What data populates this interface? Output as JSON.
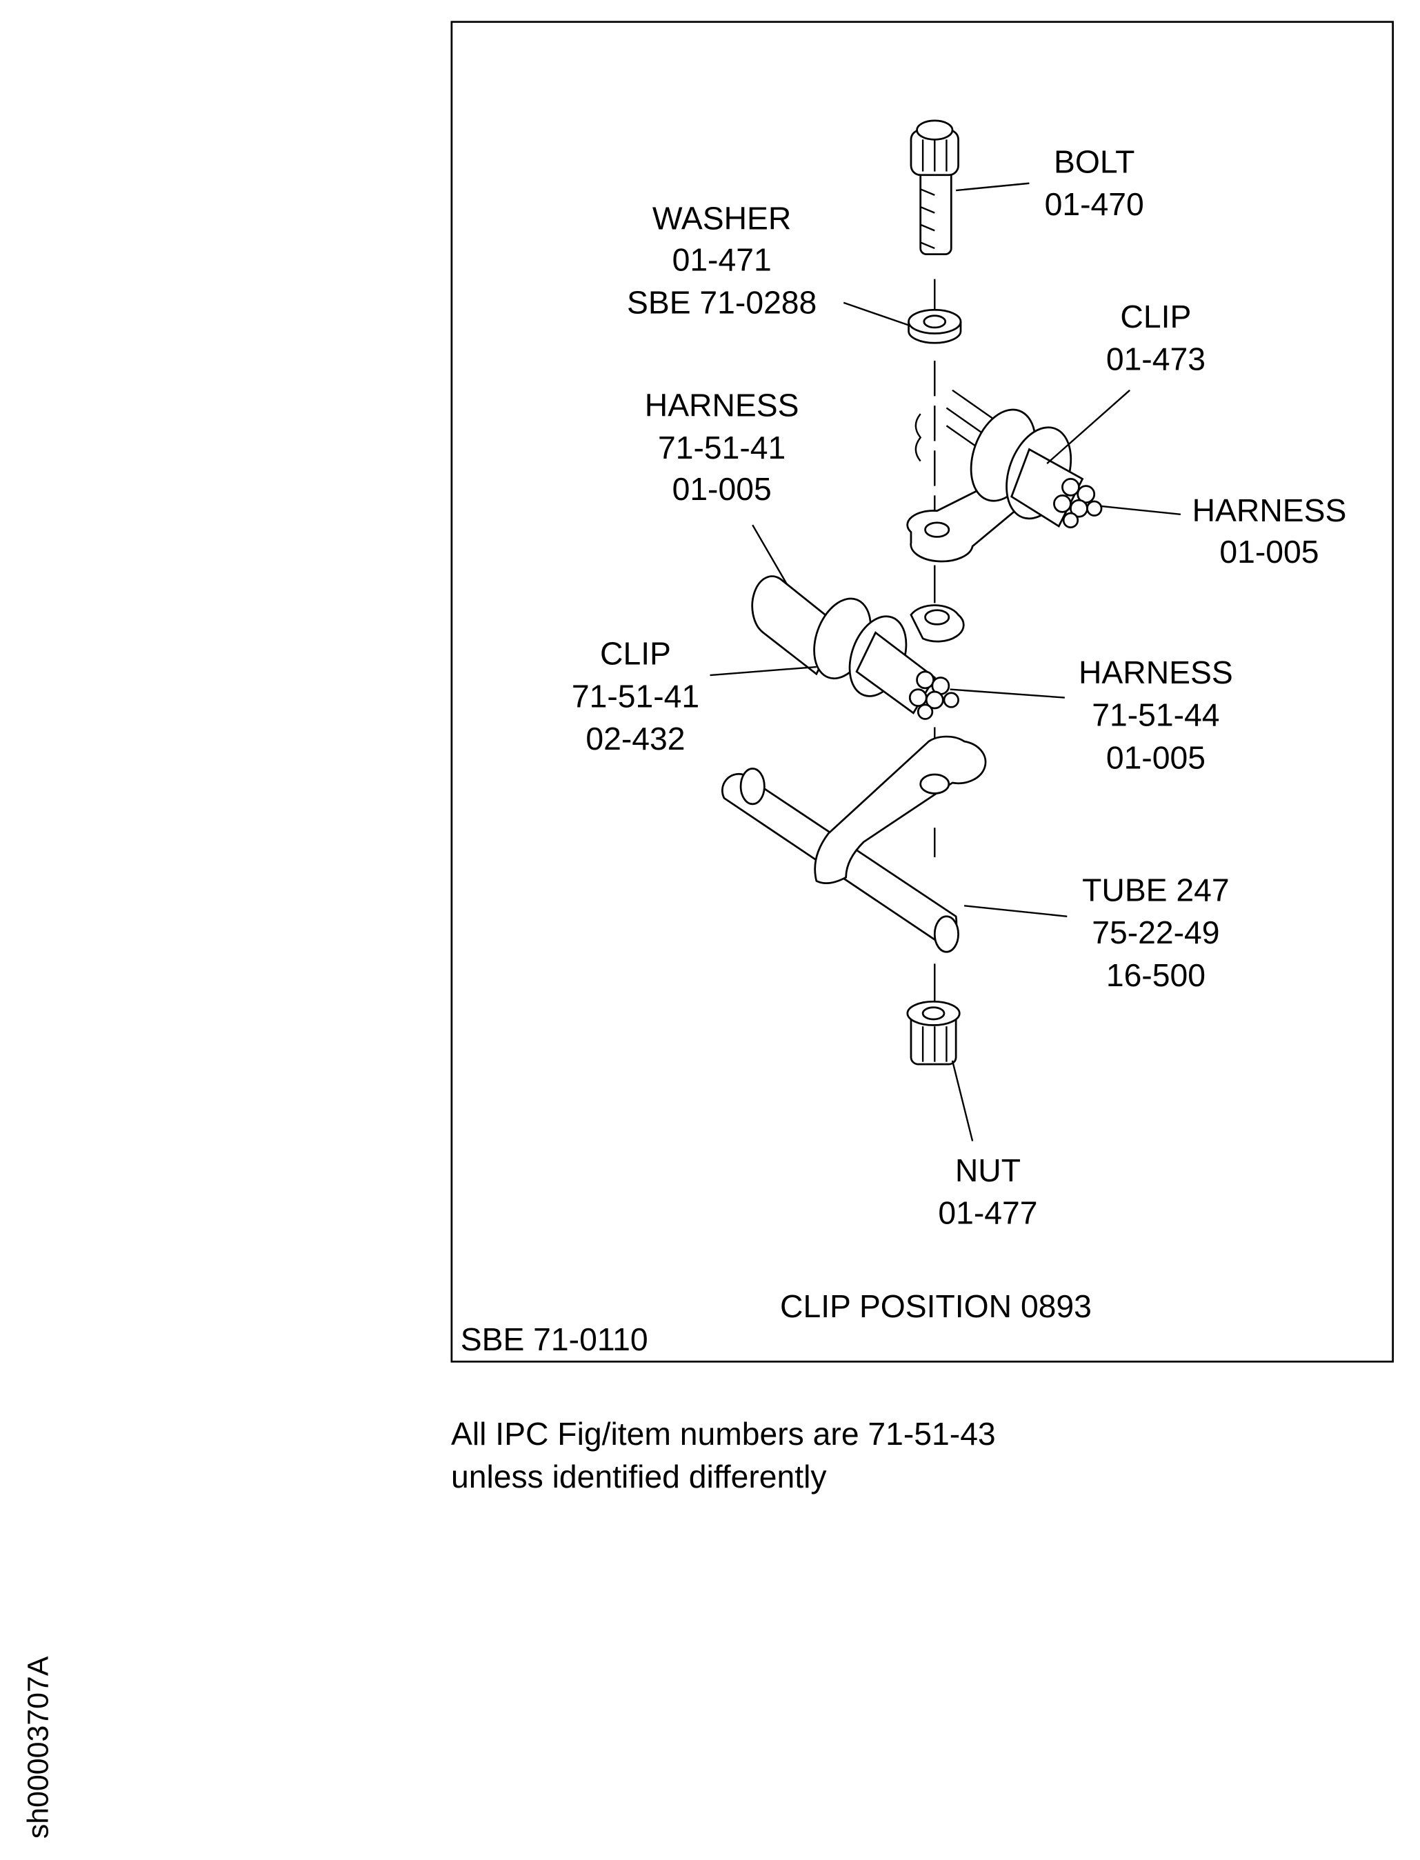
{
  "labels": {
    "bolt": [
      "BOLT",
      "01-470"
    ],
    "washer": [
      "WASHER",
      "01-471",
      "SBE 71-0288"
    ],
    "clip_upper": [
      "CLIP",
      "01-473"
    ],
    "harness_left_upper": [
      "HARNESS",
      "71-51-41",
      "01-005"
    ],
    "harness_right_upper": [
      "HARNESS",
      "01-005"
    ],
    "clip_lower": [
      "CLIP",
      "71-51-41",
      "02-432"
    ],
    "harness_lower": [
      "HARNESS",
      "71-51-44",
      "01-005"
    ],
    "tube": [
      "TUBE 247",
      "75-22-49",
      "16-500"
    ],
    "nut": [
      "NUT",
      "01-477"
    ]
  },
  "figure_title": "CLIP POSITION 0893",
  "sbe_ref": "SBE 71-0110",
  "footnote": [
    "All IPC Fig/item numbers are 71-51-43",
    "unless identified differently"
  ],
  "drawing_id": "sh00003707A"
}
